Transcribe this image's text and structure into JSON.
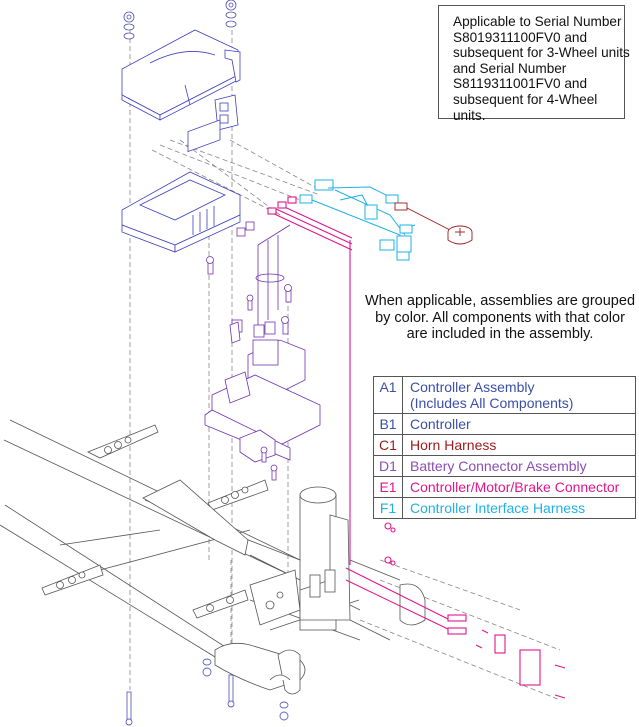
{
  "applicability_note": {
    "lines": [
      "Applicable to Serial Number",
      "S8019311100FV0 and",
      "subsequent for 3-Wheel units",
      "and Serial Number",
      "S8119311001FV0 and",
      "subsequent for 4-Wheel",
      "units."
    ]
  },
  "grouping_note": {
    "lines": [
      "When applicable, assemblies are grouped",
      "by color. All components with that color",
      "are included in the assembly."
    ]
  },
  "legend": {
    "rows": [
      {
        "code": "A1",
        "label": "Controller Assembly",
        "label2": "(Includes All Components)",
        "color": "#3a4fa6"
      },
      {
        "code": "B1",
        "label": "Controller",
        "color": "#3a4fa6"
      },
      {
        "code": "C1",
        "label": "Horn Harness",
        "color": "#9b1b1b"
      },
      {
        "code": "D1",
        "label": "Battery Connector Assembly",
        "color": "#8a4fb0"
      },
      {
        "code": "E1",
        "label": "Controller/Motor/Brake Connector",
        "color": "#e0168c"
      },
      {
        "code": "F1",
        "label": "Controller Interface Harness",
        "color": "#1fb0e6"
      }
    ]
  },
  "part_colors": {
    "controller": "#4040c0",
    "horn": "#9b1b1b",
    "battery_connector": "#7030b0",
    "motor_brake": "#e0168c",
    "interface_harness": "#1fb0e6",
    "frame": "#555555",
    "hardware": "#7070c8"
  }
}
